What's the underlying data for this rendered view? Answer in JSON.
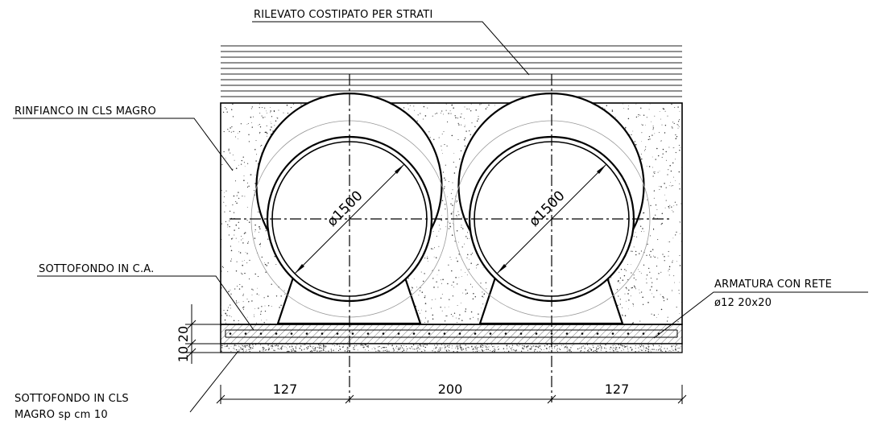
{
  "labels": {
    "rilevato": "RILEVATO COSTIPATO PER STRATI",
    "rinfianco": "RINFIANCO IN CLS MAGRO",
    "sottofondo_ca": "SOTTOFONDO IN C.A.",
    "armatura_line1": "ARMATURA CON RETE",
    "armatura_line2": "ø12 20x20",
    "sottofondo_cls_line1": "SOTTOFONDO IN CLS",
    "sottofondo_cls_line2": "MAGRO sp cm 10"
  },
  "pipes": [
    {
      "diameter_label": "ø1500"
    },
    {
      "diameter_label": "ø1500"
    }
  ],
  "dimensions": {
    "horizontal": [
      "127",
      "200",
      "127"
    ],
    "vertical": [
      "20",
      "10"
    ]
  }
}
